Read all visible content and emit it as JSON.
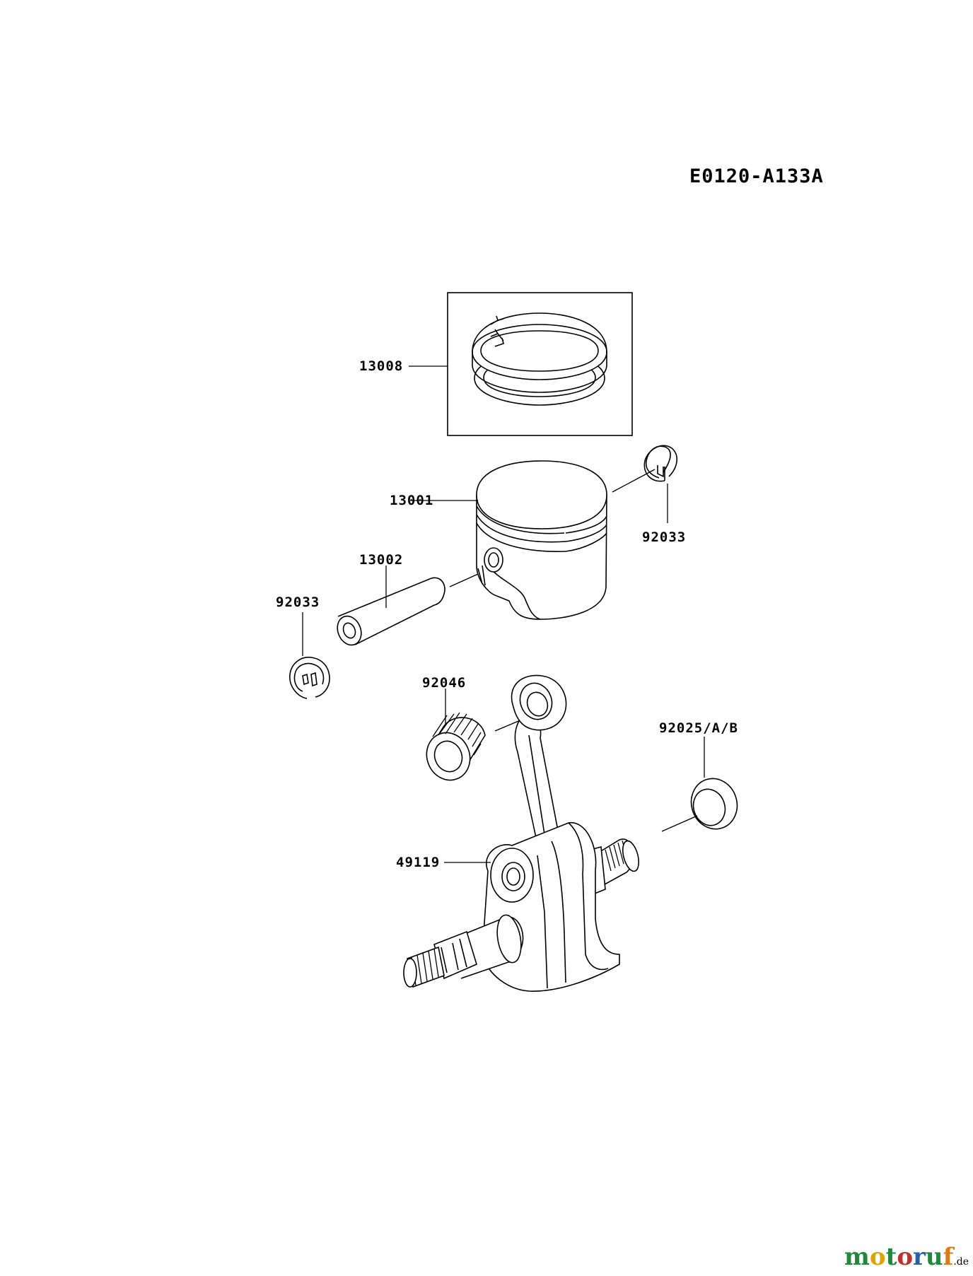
{
  "diagram": {
    "code": "E0120-A133A",
    "parts": {
      "piston_rings": "13008",
      "piston": "13001",
      "circlip_right": "92033",
      "piston_pin": "13002",
      "circlip_left": "92033",
      "needle_bearing": "92046",
      "washer": "92025/A/B",
      "crankshaft": "49119"
    }
  },
  "watermark": {
    "text": "motoruf",
    "suffix": ".de",
    "letter_colors": [
      "#1f8a3a",
      "#e0a400",
      "#1f8a3a",
      "#c0312b",
      "#2a5fb0",
      "#1f8a3a",
      "#e07a10"
    ]
  }
}
